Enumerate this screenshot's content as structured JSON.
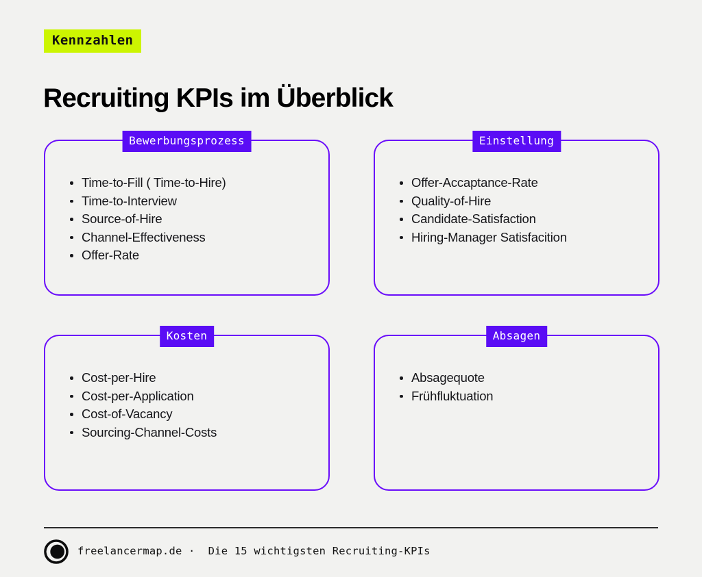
{
  "header": {
    "eyebrow": "Kennzahlen",
    "title": "Recruiting KPIs im Überblick"
  },
  "colors": {
    "background": "#f2f2f0",
    "accent_green": "#ccf501",
    "accent_purple": "#5a0df5",
    "card_border": "#6a0dfa",
    "text": "#16161a"
  },
  "cards": [
    {
      "badge": "Bewerbungsprozess",
      "items": [
        "Time-to-Fill ( Time-to-Hire)",
        "Time-to-Interview",
        "Source-of-Hire",
        "Channel-Effectiveness",
        "Offer-Rate"
      ]
    },
    {
      "badge": "Einstellung",
      "items": [
        "Offer-Accaptance-Rate",
        "Quality-of-Hire",
        "Candidate-Satisfaction",
        "Hiring-Manager Satisfacition"
      ]
    },
    {
      "badge": "Kosten",
      "items": [
        "Cost-per-Hire",
        "Cost-per-Application",
        "Cost-of-Vacancy",
        "Sourcing-Channel-Costs"
      ]
    },
    {
      "badge": "Absagen",
      "items": [
        "Absagequote",
        "Frühfluktuation"
      ]
    }
  ],
  "footer": {
    "logo": "freelancermap-logo-icon",
    "text": "freelancermap.de ·  Die 15 wichtigsten Recruiting-KPIs"
  }
}
